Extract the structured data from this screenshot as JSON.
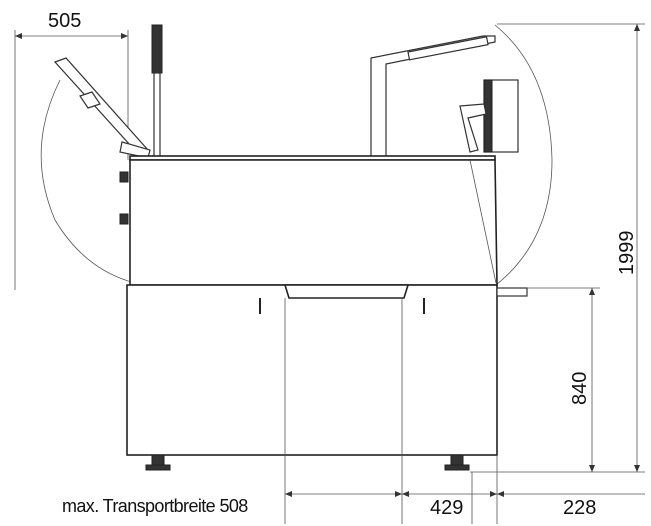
{
  "dimensions": {
    "lid_swing": "505",
    "total_height": "1999",
    "transport_height": "840",
    "center_offset": "429",
    "side_offset": "228"
  },
  "labels": {
    "transport_width": "max. Transportbreite 508"
  },
  "colors": {
    "line": "#222222",
    "dim_line": "#555555",
    "background": "#ffffff"
  }
}
